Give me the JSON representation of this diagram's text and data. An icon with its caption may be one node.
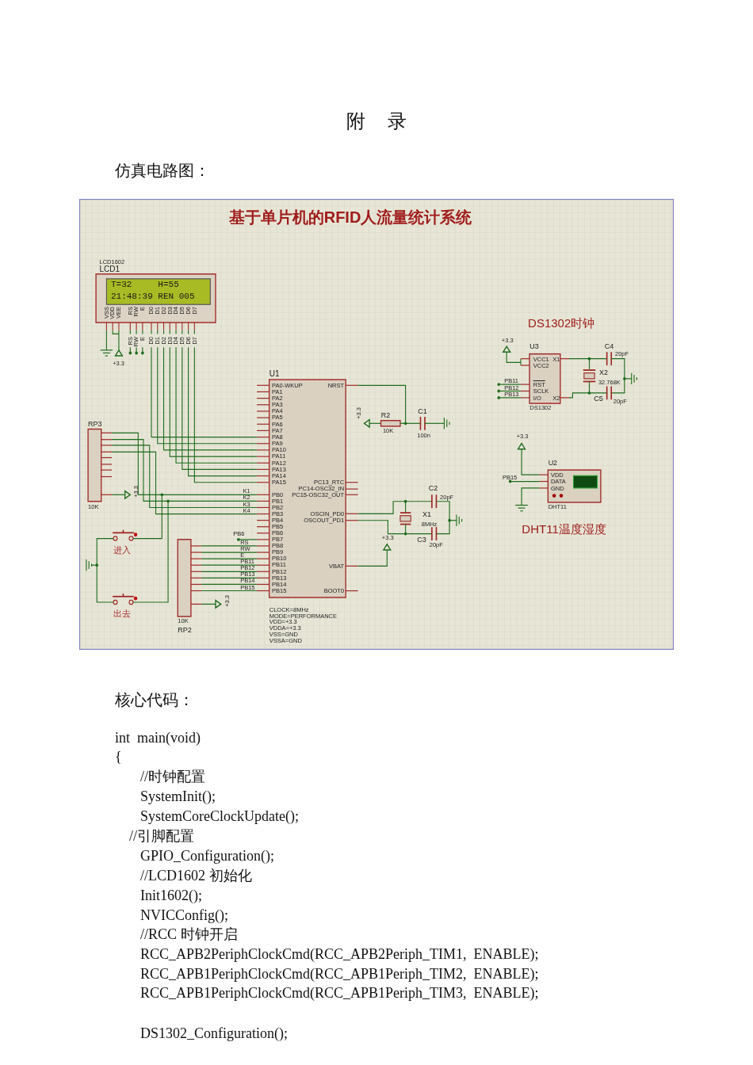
{
  "diagram": {
    "title": "附 录",
    "labels": [
      "仿真电路图：",
      "基于单片机的RFID人流量统计系统",
      "LCD1602",
      "LCD1",
      "T=32     H=55",
      "21:48:39 REN 005",
      "VSS",
      "VDD",
      "VEE",
      "RS",
      "RW",
      "E",
      "D0",
      "D1",
      "D2",
      "D3",
      "D4",
      "D5",
      "D6",
      "D7",
      "RS",
      "RW",
      "E",
      "D0",
      "D1",
      "D2",
      "D3",
      "D4",
      "D5",
      "D6",
      "D7",
      "+3.3",
      "U1",
      "PA0-WKUP",
      "PA1",
      "PA2",
      "PA3",
      "PA4",
      "PA5",
      "PA6",
      "PA7",
      "PA8",
      "PA9",
      "PA10",
      "PA11",
      "PA12",
      "PA13",
      "PA14",
      "PA15",
      "PB0",
      "PB1",
      "PB2",
      "PB3",
      "PB4",
      "PB5",
      "PB6",
      "PB7",
      "PB8",
      "PB9",
      "PB10",
      "PB11",
      "PB12",
      "PB13",
      "PB14",
      "PB15",
      "NRST",
      "PC13_RTC",
      "PC14-OSC32_IN",
      "PC15-OSC32_OUT",
      "OSCIN_PD0",
      "OSCOUT_PD1",
      "VBAT",
      "BOOT0",
      "CLOCK=8MHz",
      "MODE=PERFORMANCE",
      "VDD=+3.3",
      "VDDA=+3.3",
      "VSS=GND",
      "VSSA=GND",
      "RP3",
      "10K",
      "K1",
      "K2",
      "K3",
      "K4",
      "+3.3",
      "进入",
      "出去",
      "10K",
      "RP2",
      "+3.3",
      "PB6",
      "RS",
      "RW",
      "E",
      "PB11",
      "PB12",
      "PB13",
      "PB14",
      "PB15",
      "+3.3",
      "R2",
      "10K",
      "C1",
      "100n",
      "C2",
      "20pF",
      "X1",
      "8MHz",
      "C3",
      "20pF",
      "+3.3",
      "DS1302时钟",
      "+3.3",
      "U3",
      "VCC1",
      "VCC2",
      "X1",
      "RST",
      "SCLK",
      "I/O",
      "X2",
      "PB11",
      "PB12",
      "PB13",
      "DS1302",
      "C4",
      "20pF",
      "X2",
      "32.768K",
      "C5",
      "20pF",
      "+3.3",
      "U2",
      "VDD",
      "DATA",
      "GND",
      "PB15",
      "DHT11",
      "DHT11温度湿度",
      "核心代码：",
      "int  main(void)",
      "{",
      "//时钟配置",
      "SystemInit();",
      "SystemCoreClockUpdate();",
      "//引脚配置",
      "GPIO_Configuration();",
      "//LCD1602 初始化",
      "Init1602();",
      "NVICConfig();",
      "//RCC 时钟开启",
      "RCC_APB2PeriphClockCmd(RCC_APB2Periph_TIM1,  ENABLE);",
      "RCC_APB1PeriphClockCmd(RCC_APB1Periph_TIM2,  ENABLE);",
      "RCC_APB1PeriphClockCmd(RCC_APB1Periph_TIM3,  ENABLE);",
      "DS1302_Configuration();"
    ]
  }
}
